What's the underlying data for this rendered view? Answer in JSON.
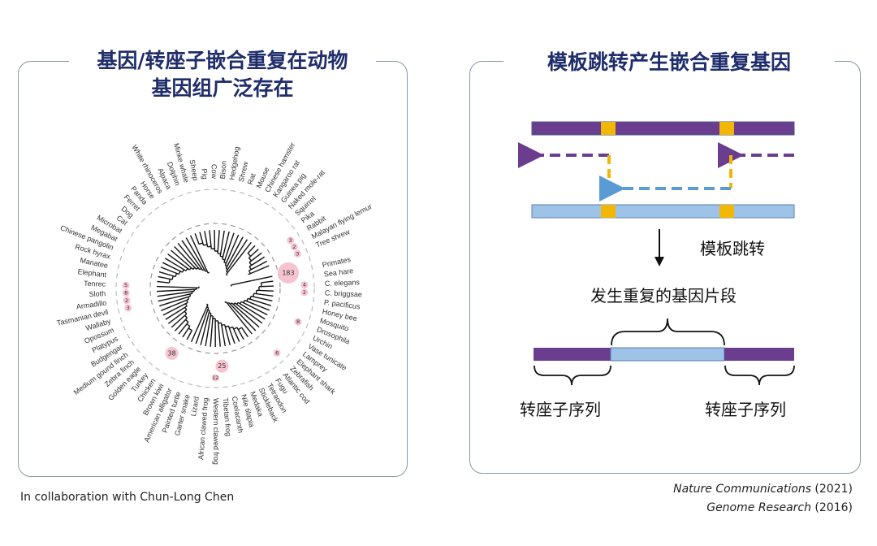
{
  "left_panel": {
    "title_line1": "基因/转座子嵌合重复在动物",
    "title_line2": "基因组广泛存在",
    "tree": {
      "species": [
        "Primates",
        "Sea hare",
        "C. elegans",
        "C. briggsae",
        "P. pacificus",
        "Honey bee",
        "Mosquito",
        "Drosophila",
        "Urchin",
        "Vase tunicate",
        "Lamprey",
        "Elephant shark",
        "Zebrafish",
        "Atlantic cod",
        "Fugu",
        "Tetraodon",
        "Stickleback",
        "Medaka",
        "Nile tilapia",
        "Coelacanth",
        "Tibetan frog",
        "Western clawed frog",
        "African clawed frog",
        "Lizard",
        "Garter snake",
        "Painted turtle",
        "American alligator",
        "Brown kiwi",
        "Chicken",
        "Turkey",
        "Golden eagle",
        "Zebra finch",
        "Medium gound finch",
        "Budgerigar",
        "Platypus",
        "Opossum",
        "Wallaby",
        "Tasmanian devil",
        "Armadillo",
        "Sloth",
        "Tenrec",
        "Elephant",
        "Manatee",
        "Rock hyrax",
        "Chinese pangolin",
        "Megabat",
        "Microbat",
        "Cat",
        "Dog",
        "Ferret",
        "Panda",
        "Horse",
        "White rhinoceros",
        "Alpaca",
        "Dolphin",
        "Minke whale",
        "Sheep",
        "Pig",
        "Cow",
        "Bison",
        "Hedgehog",
        "Shrew",
        "Rat",
        "Mouse",
        "Chinese hamster",
        "Kangaroo rat",
        "Guinea pig",
        "Naked mole-rat",
        "Squirrel",
        "Pika",
        "Rabbit",
        "Malayan flying lemur",
        "Tree shrew"
      ],
      "counts": [
        {
          "species": "Primates",
          "value": "183"
        },
        {
          "species": "Chicken",
          "value": "38"
        },
        {
          "species": "Tibetan frog",
          "value": "25"
        },
        {
          "species": "Western clawed frog",
          "value": "12"
        },
        {
          "species": "C. elegans",
          "value": "4"
        },
        {
          "species": "C. briggsae",
          "value": "2"
        },
        {
          "species": "Drosophila",
          "value": "8"
        },
        {
          "species": "Zebrafish",
          "value": "6"
        },
        {
          "species": "Sloth",
          "value": "8"
        },
        {
          "species": "Tenrec",
          "value": "5"
        },
        {
          "species": "Armadillo",
          "value": "2"
        },
        {
          "species": "Tasmanian devil",
          "value": "3"
        },
        {
          "species": "Tree shrew",
          "value": "3"
        },
        {
          "species": "Malayan flying lemur",
          "value": "2"
        },
        {
          "species": "Rabbit",
          "value": "3"
        }
      ],
      "highlight_color": "#f4b8c8"
    }
  },
  "right_panel": {
    "title": "模板跳转产生嵌合重复基因",
    "template_switch_label": "模板跳转",
    "duplicated_segment_label": "发生重复的基因片段",
    "transposon_label_left": "转座子序列",
    "transposon_label_right": "转座子序列",
    "colors": {
      "transposon": "#6b3d8e",
      "gene": "#9dc3e6",
      "junction": "#f2b705",
      "template_arrow": "#5b9bd5"
    }
  },
  "footer": {
    "credit": "In collaboration with Chun-Long Chen",
    "refs": [
      {
        "journal": "Nature Communications",
        "year": " (2021)"
      },
      {
        "journal": "Genome Research",
        "year": " (2016)"
      }
    ]
  }
}
